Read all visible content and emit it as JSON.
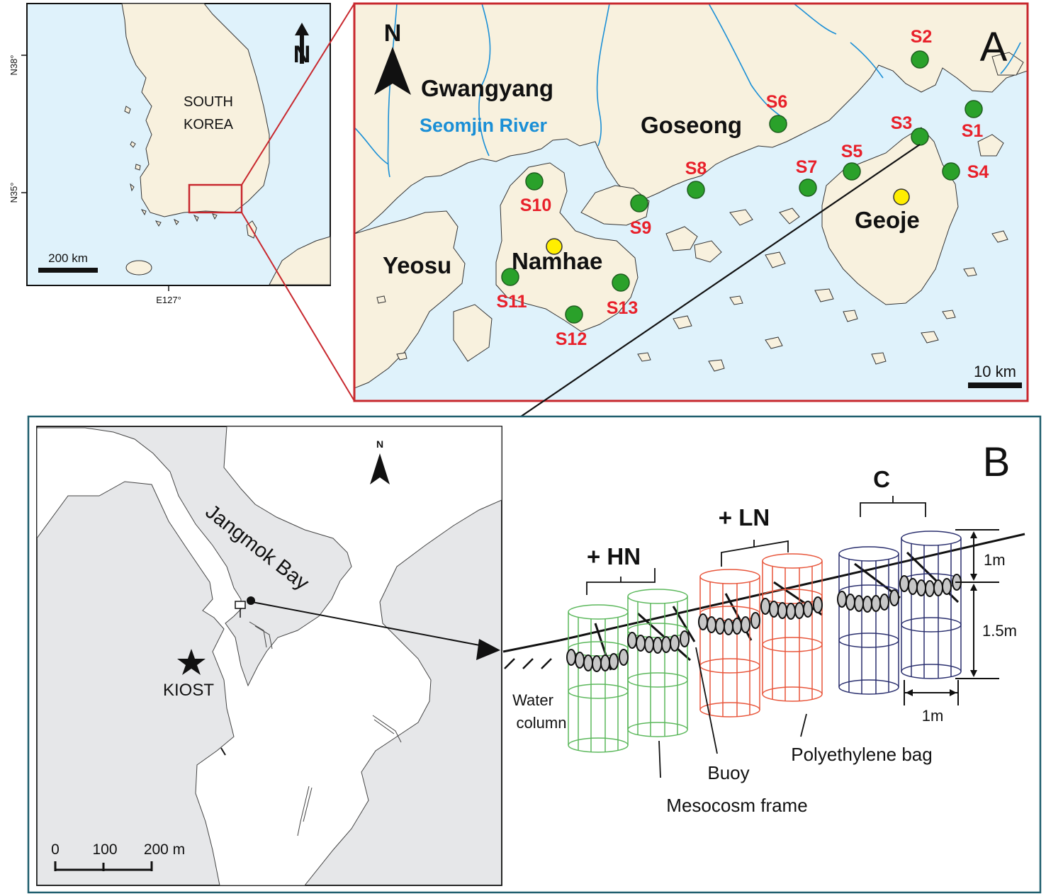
{
  "inset_map": {
    "country_label_line1": "SOUTH",
    "country_label_line2": "KOREA",
    "lat_label_top": "N38°",
    "lat_label_bottom": "N35°",
    "lon_label": "E127°",
    "scale_label": "200 km",
    "north_label": "N"
  },
  "panel_a": {
    "panel_letter": "A",
    "north_label": "N",
    "scale_label": "10 km",
    "river_label": "Seomjin River",
    "place_labels": [
      "Gwangyang",
      "Goseong",
      "Yeosu",
      "Namhae",
      "Geoje"
    ],
    "stations": [
      "S1",
      "S2",
      "S3",
      "S4",
      "S5",
      "S6",
      "S7",
      "S8",
      "S9",
      "S10",
      "S11",
      "S12",
      "S13"
    ],
    "colors": {
      "land": "#f8f1de",
      "sea": "#dff2fb",
      "station_fill": "#2aa12a",
      "mesocosm_site_fill": "#ffee00",
      "station_text": "#e8202a",
      "river": "#1a8fd6",
      "frame": "#c8282e"
    }
  },
  "panel_b": {
    "panel_letter": "B",
    "bay_label": "Jangmok Bay",
    "institute_label": "KIOST",
    "north_label": "N",
    "scale_ticks": [
      "0",
      "100",
      "200 m"
    ],
    "treatments": [
      {
        "label": "+ HN",
        "color": "#5cb85c"
      },
      {
        "label": "+ LN",
        "color": "#e8553a"
      },
      {
        "label": "C",
        "color": "#2a2f6e"
      }
    ],
    "dimension_labels": [
      "1m",
      "1.5m",
      "1m"
    ],
    "callouts": [
      "Water",
      "column",
      "Buoy",
      "Mesocosm frame",
      "Polyethylene bag"
    ],
    "colors": {
      "frame": "#1f5e6e",
      "land": "#e6e7e9"
    }
  }
}
